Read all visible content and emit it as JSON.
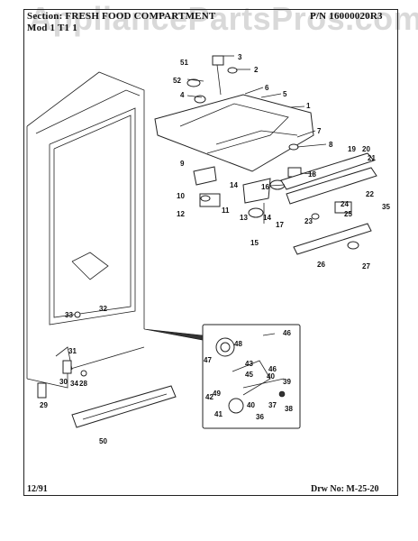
{
  "header": {
    "section_line": "Section:  FRESH FOOD COMPARTMENT",
    "model_line": "Mod    1  T1 1",
    "part_number": "P/N 16000020R3"
  },
  "watermark": "AppliancePartsPros.com",
  "footer": {
    "date": "12/91",
    "drawing_number": "Drw No: M-25-20"
  },
  "callouts": [
    "1",
    "2",
    "3",
    "4",
    "5",
    "6",
    "7",
    "8",
    "9",
    "10",
    "11",
    "12",
    "13",
    "14",
    "14",
    "15",
    "16",
    "17",
    "18",
    "19",
    "20",
    "21",
    "22",
    "23",
    "24",
    "25",
    "26",
    "27",
    "29",
    "30",
    "31",
    "32",
    "33",
    "34",
    "35",
    "36",
    "37",
    "38",
    "39",
    "40",
    "40",
    "41",
    "42",
    "43",
    "45",
    "46",
    "46",
    "47",
    "48",
    "49",
    "50",
    "51",
    "52",
    "28"
  ],
  "colors": {
    "line": "#222222",
    "background": "#ffffff",
    "watermark": "#8a8a8a"
  }
}
